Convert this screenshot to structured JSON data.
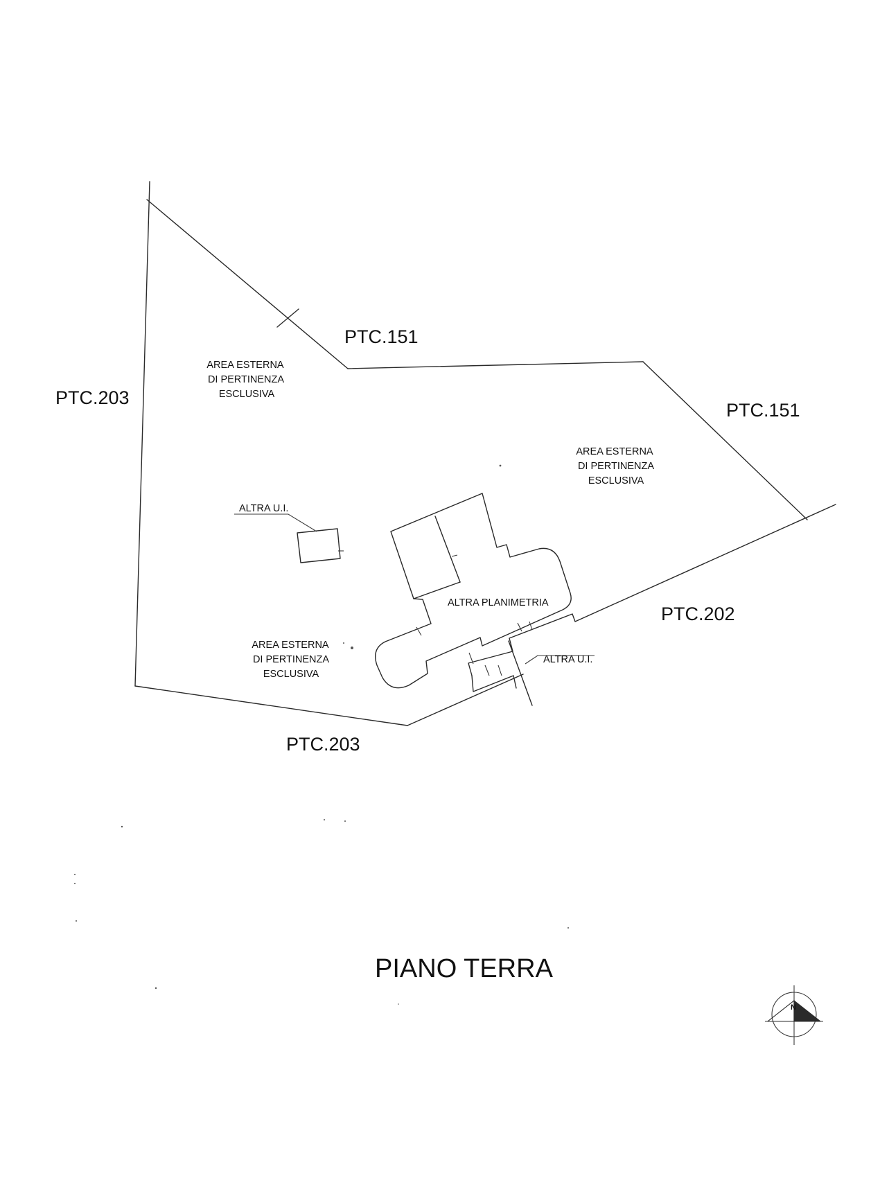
{
  "parcels": {
    "north": "PTC.151",
    "northeast": "PTC.151",
    "west": "PTC.203",
    "southeast": "PTC.202",
    "south": "PTC.203"
  },
  "areas": {
    "northwest": [
      "AREA ESTERNA",
      "DI PERTINENZA",
      "ESCLUSIVA"
    ],
    "east": [
      "AREA ESTERNA",
      "DI PERTINENZA",
      "ESCLUSIVA"
    ],
    "southwest": [
      "AREA ESTERNA",
      "DI PERTINENZA",
      "ESCLUSIVA"
    ]
  },
  "units": {
    "other_unit_west": "ALTRA U.I.",
    "other_unit_south": "ALTRA U.I.",
    "other_plan": "ALTRA PLANIMETRIA"
  },
  "title": "PIANO TERRA",
  "north_arrow": {
    "letter": "N",
    "icon": "north-arrow-icon"
  },
  "colors": {
    "ink": "#2a2a2a",
    "paper": "#ffffff"
  }
}
